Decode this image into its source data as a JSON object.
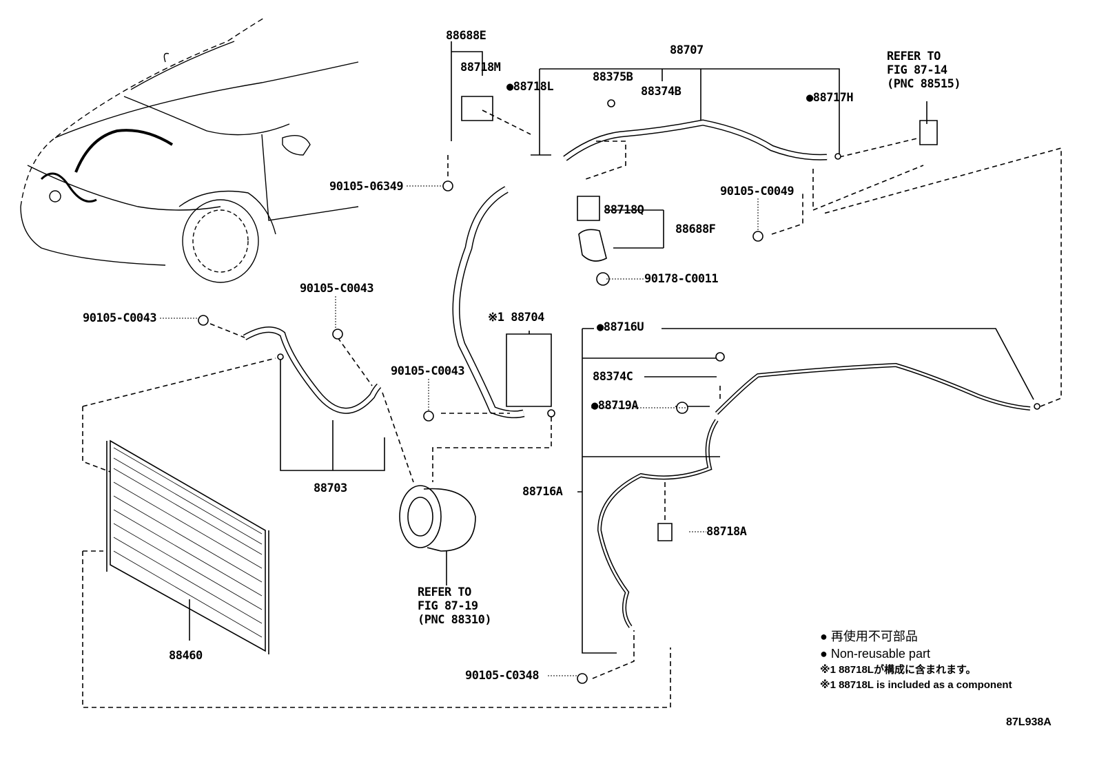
{
  "diagram": {
    "figure_code": "87L938A",
    "labels": {
      "p88688E": "88688E",
      "p88718M": "88718M",
      "p88718L": "●88718L",
      "p88375B": "88375B",
      "p88374B": "88374B",
      "p88707": "88707",
      "refer1": "REFER TO\nFIG 87-14\n(PNC 88515)",
      "p88717H": "●88717H",
      "b06349": "90105-06349",
      "bC0049": "90105-C0049",
      "p88718Q": "88718Q",
      "p88688F": "88688F",
      "n0011": "90178-C0011",
      "bC0043a": "90105-C0043",
      "bC0043b": "90105-C0043",
      "p88704": "※1 88704",
      "bC0043c": "90105-C0043",
      "p88716U": "●88716U",
      "p88374C": "88374C",
      "p88719A": "●88719A",
      "p88703": "88703",
      "p88716A": "88716A",
      "p88718A": "88718A",
      "refer2": "REFER TO\nFIG 87-19\n(PNC 88310)",
      "p88460": "88460",
      "bC0348": "90105-C0348"
    },
    "legend": {
      "jp_nonreusable": "● 再使用不可部品",
      "en_nonreusable": "● Non-reusable part",
      "jp_note": "※1 88718Lが構成に含まれます。",
      "en_note": "※1 88718L is included as a component"
    }
  }
}
